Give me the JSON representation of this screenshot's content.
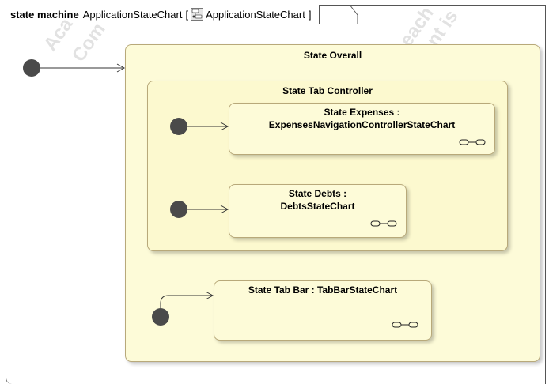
{
  "frame": {
    "keyword": "state machine",
    "name": "ApplicationStateChart",
    "ref_open": "[",
    "ref_name": "ApplicationStateChart",
    "ref_close": "]"
  },
  "watermarks": [
    "Aca",
    "Com",
    "each",
    "nt is"
  ],
  "states": {
    "overall": {
      "title": "State Overall"
    },
    "tab_controller": {
      "title": "State Tab Controller"
    },
    "expenses": {
      "title_line1": "State Expenses :",
      "title_line2": "ExpensesNavigationControllerStateChart"
    },
    "debts": {
      "title_line1": "State Debts :",
      "title_line2": "DebtsStateChart"
    },
    "tab_bar": {
      "title": "State Tab Bar : TabBarStateChart"
    }
  },
  "colors": {
    "state_fill": "#fdfbd8",
    "state_border": "#b8a97a",
    "initial_node": "#4a4a4a",
    "frame_border": "#555555"
  }
}
